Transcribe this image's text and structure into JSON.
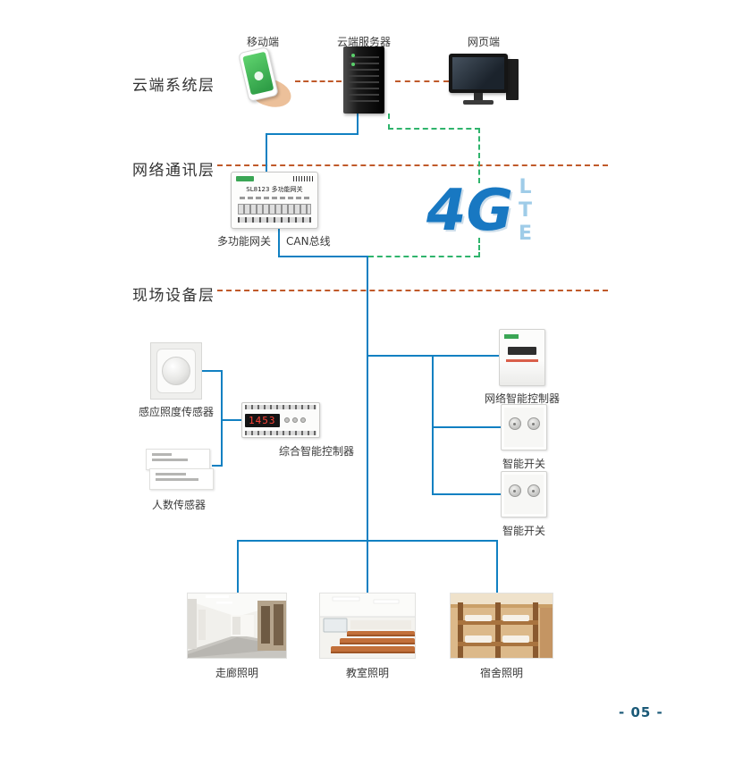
{
  "page": {
    "number": "- 05 -"
  },
  "layers": {
    "cloud": "云端系统层",
    "network": "网络通讯层",
    "field": "现场设备层"
  },
  "cloud": {
    "mobile": "移动端",
    "server": "云端服务器",
    "web": "网页端"
  },
  "network": {
    "gateway": "多功能网关",
    "can_bus": "CAN总线",
    "gateway_model": "SL8123 多功能网关",
    "logo_4g": "4G",
    "logo_lte": "LTE"
  },
  "field": {
    "light_sensor": "感应照度传感器",
    "controller": "综合智能控制器",
    "controller_display": "1453",
    "people_sensor": "人数传感器",
    "network_controller": "网络智能控制器",
    "switch_1": "智能开关",
    "switch_2": "智能开关",
    "corridor": "走廊照明",
    "classroom": "教室照明",
    "dorm": "宿舍照明"
  },
  "colors": {
    "line_blue": "#1180c2",
    "line_green": "#2fb46c",
    "line_brown": "#c05a2a",
    "logo_blue": "#1878c2"
  }
}
